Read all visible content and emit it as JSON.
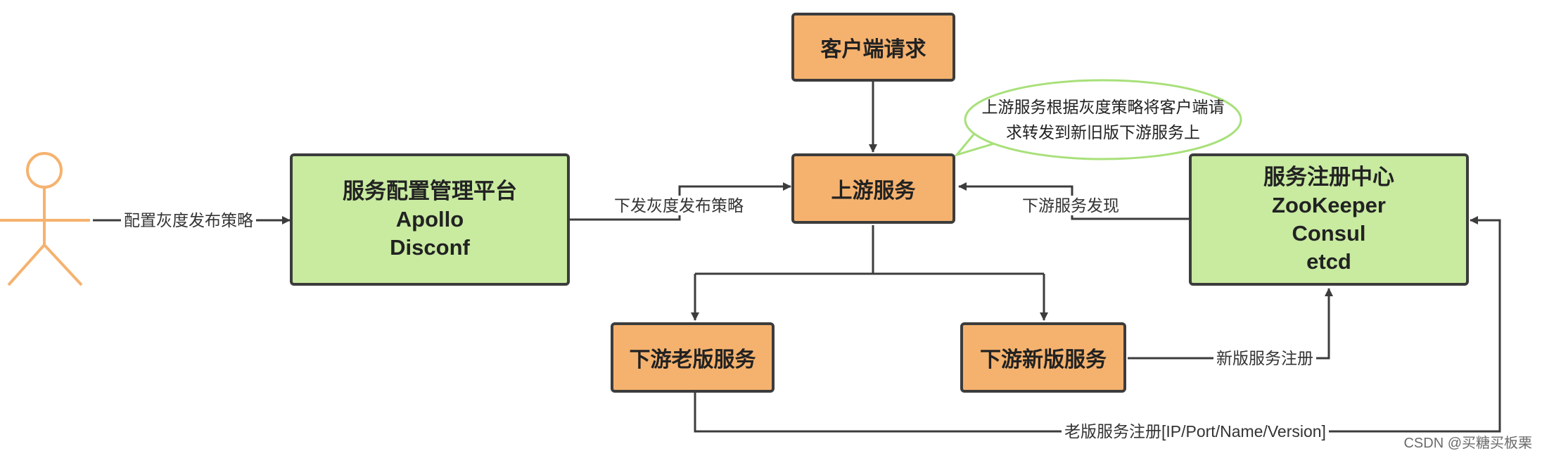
{
  "nodes": {
    "client_request": "客户端请求",
    "upstream": "上游服务",
    "config_platform": [
      "服务配置管理平台",
      "Apollo",
      "Disconf"
    ],
    "registry": [
      "服务注册中心",
      "ZooKeeper",
      "Consul",
      "etcd"
    ],
    "downstream_old": "下游老版服务",
    "downstream_new": "下游新版服务"
  },
  "edge_labels": {
    "configure_strategy": "配置灰度发布策略",
    "push_strategy": "下发灰度发布策略",
    "discovery": "下游服务发现",
    "new_register": "新版服务注册",
    "old_register": "老版服务注册[IP/Port/Name/Version]"
  },
  "note": [
    "上游服务根据灰度策略将客户端请",
    "求转发到新旧版下游服务上"
  ],
  "watermark": "CSDN @买糖买板栗",
  "colors": {
    "service_box": "#f5b26e",
    "platform_box": "#c8eba0",
    "actor": "#f5b26e",
    "note_border": "#a8e07a"
  }
}
